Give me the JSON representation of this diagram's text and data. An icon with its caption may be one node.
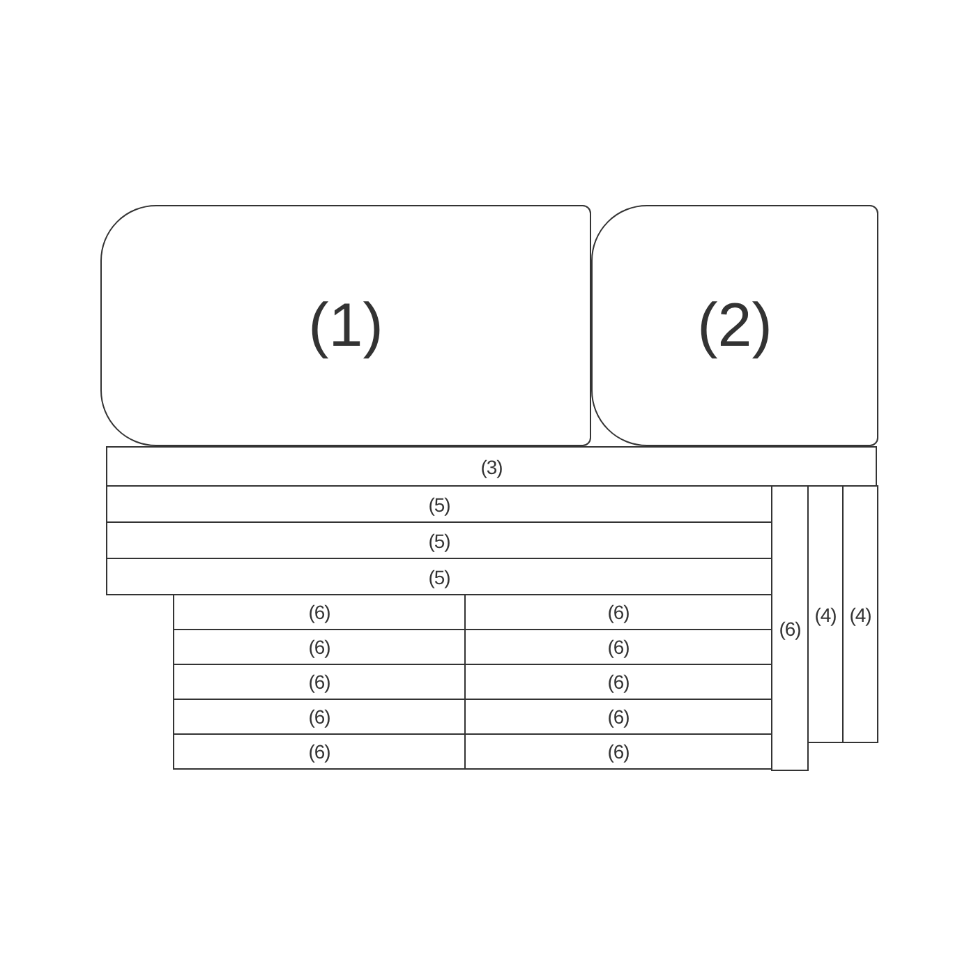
{
  "diagram": {
    "nodes": [
      {
        "text": [
          "(1)"
        ]
      },
      {
        "text": [
          "(2)"
        ]
      },
      {
        "text": [
          "(3)"
        ]
      },
      {
        "text": [
          "(5)"
        ]
      },
      {
        "text": [
          "(5)"
        ]
      },
      {
        "text": [
          "(5)"
        ]
      },
      {
        "text": [
          "(6)"
        ]
      },
      {
        "text": [
          "(6)"
        ]
      },
      {
        "text": [
          "(6)"
        ]
      },
      {
        "text": [
          "(6)"
        ]
      },
      {
        "text": [
          "(6)"
        ]
      },
      {
        "text": [
          "(6)"
        ]
      },
      {
        "text": [
          "(6)"
        ]
      },
      {
        "text": [
          "(6)"
        ]
      },
      {
        "text": [
          "(6)"
        ]
      },
      {
        "text": [
          "(6)"
        ]
      },
      {
        "text": [
          "(6)"
        ]
      },
      {
        "text": [
          "(4)"
        ]
      },
      {
        "text": [
          "(4)"
        ]
      }
    ]
  }
}
